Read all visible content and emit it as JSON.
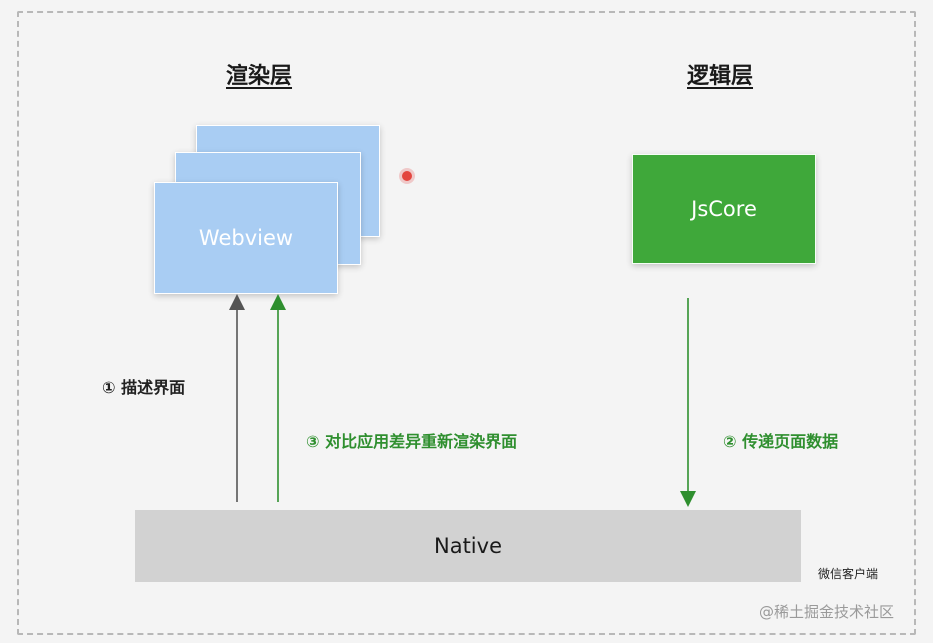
{
  "titles": {
    "render_layer": "渲染层",
    "logic_layer": "逻辑层"
  },
  "boxes": {
    "webview": "Webview",
    "jscore": "JsCore",
    "native": "Native"
  },
  "labels": {
    "describe_ui": "① 描述界面",
    "diff_rerender": "③ 对比应用差异重新渲染界面",
    "pass_page_data": "② 传递页面数据"
  },
  "client_label": "微信客户端",
  "watermark": "@稀土掘金技术社区",
  "colors": {
    "webview_blue": "#a9cdf3",
    "jscore_green": "#3fa83a",
    "native_gray": "#d2d2d2",
    "arrow_dark": "#555555",
    "arrow_green": "#2f8f2f",
    "label_green": "#2f8f2f",
    "dot_red": "#e3463f"
  }
}
